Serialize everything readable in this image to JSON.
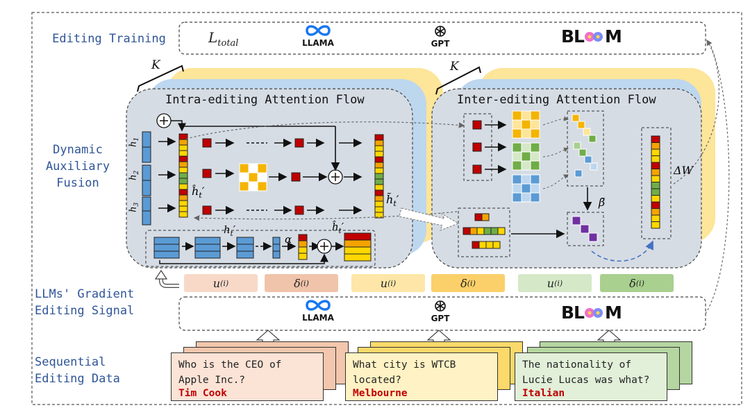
{
  "labels": {
    "editing_training": "Editing Training",
    "dynamic_aux": "Dynamic\nAuxiliary\nFusion",
    "gradient_signal": "LLMs' Gradient\nEditing Signal",
    "sequential_data": "Sequential\nEditing Data"
  },
  "top_bar": {
    "loss": "L",
    "loss_sub": "total",
    "llama": "LLAMA",
    "gpt": "GPT",
    "bloom_left": "BL",
    "bloom_right": "M"
  },
  "bottom_bar": {
    "llama": "LLAMA",
    "gpt": "GPT",
    "bloom_left": "BL",
    "bloom_right": "M"
  },
  "intra": {
    "title": "Intra-editing Attention Flow",
    "k": "K",
    "h1": "h",
    "h1_sub": "1",
    "h2": "h",
    "h2_sub": "2",
    "h3": "h",
    "h3_sub": "3",
    "hhat": "ĥ",
    "hhat_sub": "t",
    "htilde": "h̃",
    "htilde_sub": "t",
    "prime": "′",
    "alpha": "α",
    "ht": "h",
    "ht_sub": "t"
  },
  "inter": {
    "title": "Inter-editing Attention Flow",
    "k": "K",
    "beta": "β̃",
    "delta_w": "ΔW"
  },
  "chips": [
    {
      "text": "u",
      "sup": "(i)",
      "color": "#f8d9c8"
    },
    {
      "text": "δ",
      "sup": "(i)",
      "color": "#f0c4aa"
    },
    {
      "text": "u",
      "sup": "(i)",
      "color": "#fde6a8"
    },
    {
      "text": "δ",
      "sup": "(i)",
      "color": "#fbd06a"
    },
    {
      "text": "u",
      "sup": "(i)",
      "color": "#d5e8c8"
    },
    {
      "text": "δ",
      "sup": "(i)",
      "color": "#a9d08e"
    }
  ],
  "cards": [
    {
      "question": "Who is the CEO of\nApple Inc.?",
      "answer": "Tim Cook",
      "color": "#fbe3d6",
      "edge": "#f2c7ad"
    },
    {
      "question": "What city is WTCB\nlocated?",
      "answer": "Melbourne",
      "color": "#fff2c4",
      "edge": "#fbd96a"
    },
    {
      "question": "The nationality of\nLucie Lucas was what?",
      "answer": "Italian",
      "color": "#e2efd9",
      "edge": "#b5d6a0"
    }
  ],
  "colors": {
    "blue_text": "#2f5597",
    "panel_fill": "#d6dce4",
    "blue_layer": "#bdd7ee",
    "yellow_layer": "#fde599",
    "red": "#c00000",
    "yellow": "#ffd700",
    "orange": "#f4a300",
    "green": "#70ad47",
    "cell_blue": "#5b9bd5"
  }
}
